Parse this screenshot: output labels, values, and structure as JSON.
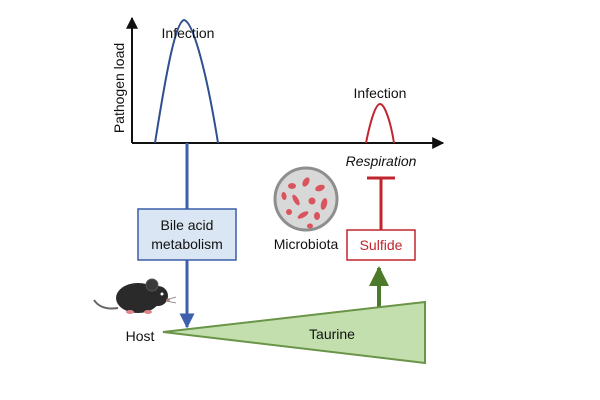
{
  "plot": {
    "y_axis_label": "Pathogen load",
    "peak1_label": "Infection",
    "peak2_label": "Infection"
  },
  "respiration_label": "Respiration",
  "bile_box": {
    "line1": "Bile acid",
    "line2": "metabolism"
  },
  "microbiota_label": "Microbiota",
  "sulfide_label": "Sulfide",
  "host_label": "Host",
  "taurine_label": "Taurine",
  "colors": {
    "axis": "#111111",
    "peak1": "#2f4f8f",
    "peak2": "#c0262d",
    "bile_fill": "#dbe6f4",
    "bile_border": "#3a5fa8",
    "blue_arrow": "#3d5fae",
    "sulfide_border": "#c0262d",
    "inhibit": "#c0262d",
    "green_arrow": "#4c7a2a",
    "taurine_fill": "#c4dfae",
    "taurine_border": "#6a9447",
    "microbe_ring": "#8e8e8e",
    "microbe_fill": "#d8d8d8",
    "bacteria": "#d9555e",
    "mouse": "#2a2a2a"
  }
}
